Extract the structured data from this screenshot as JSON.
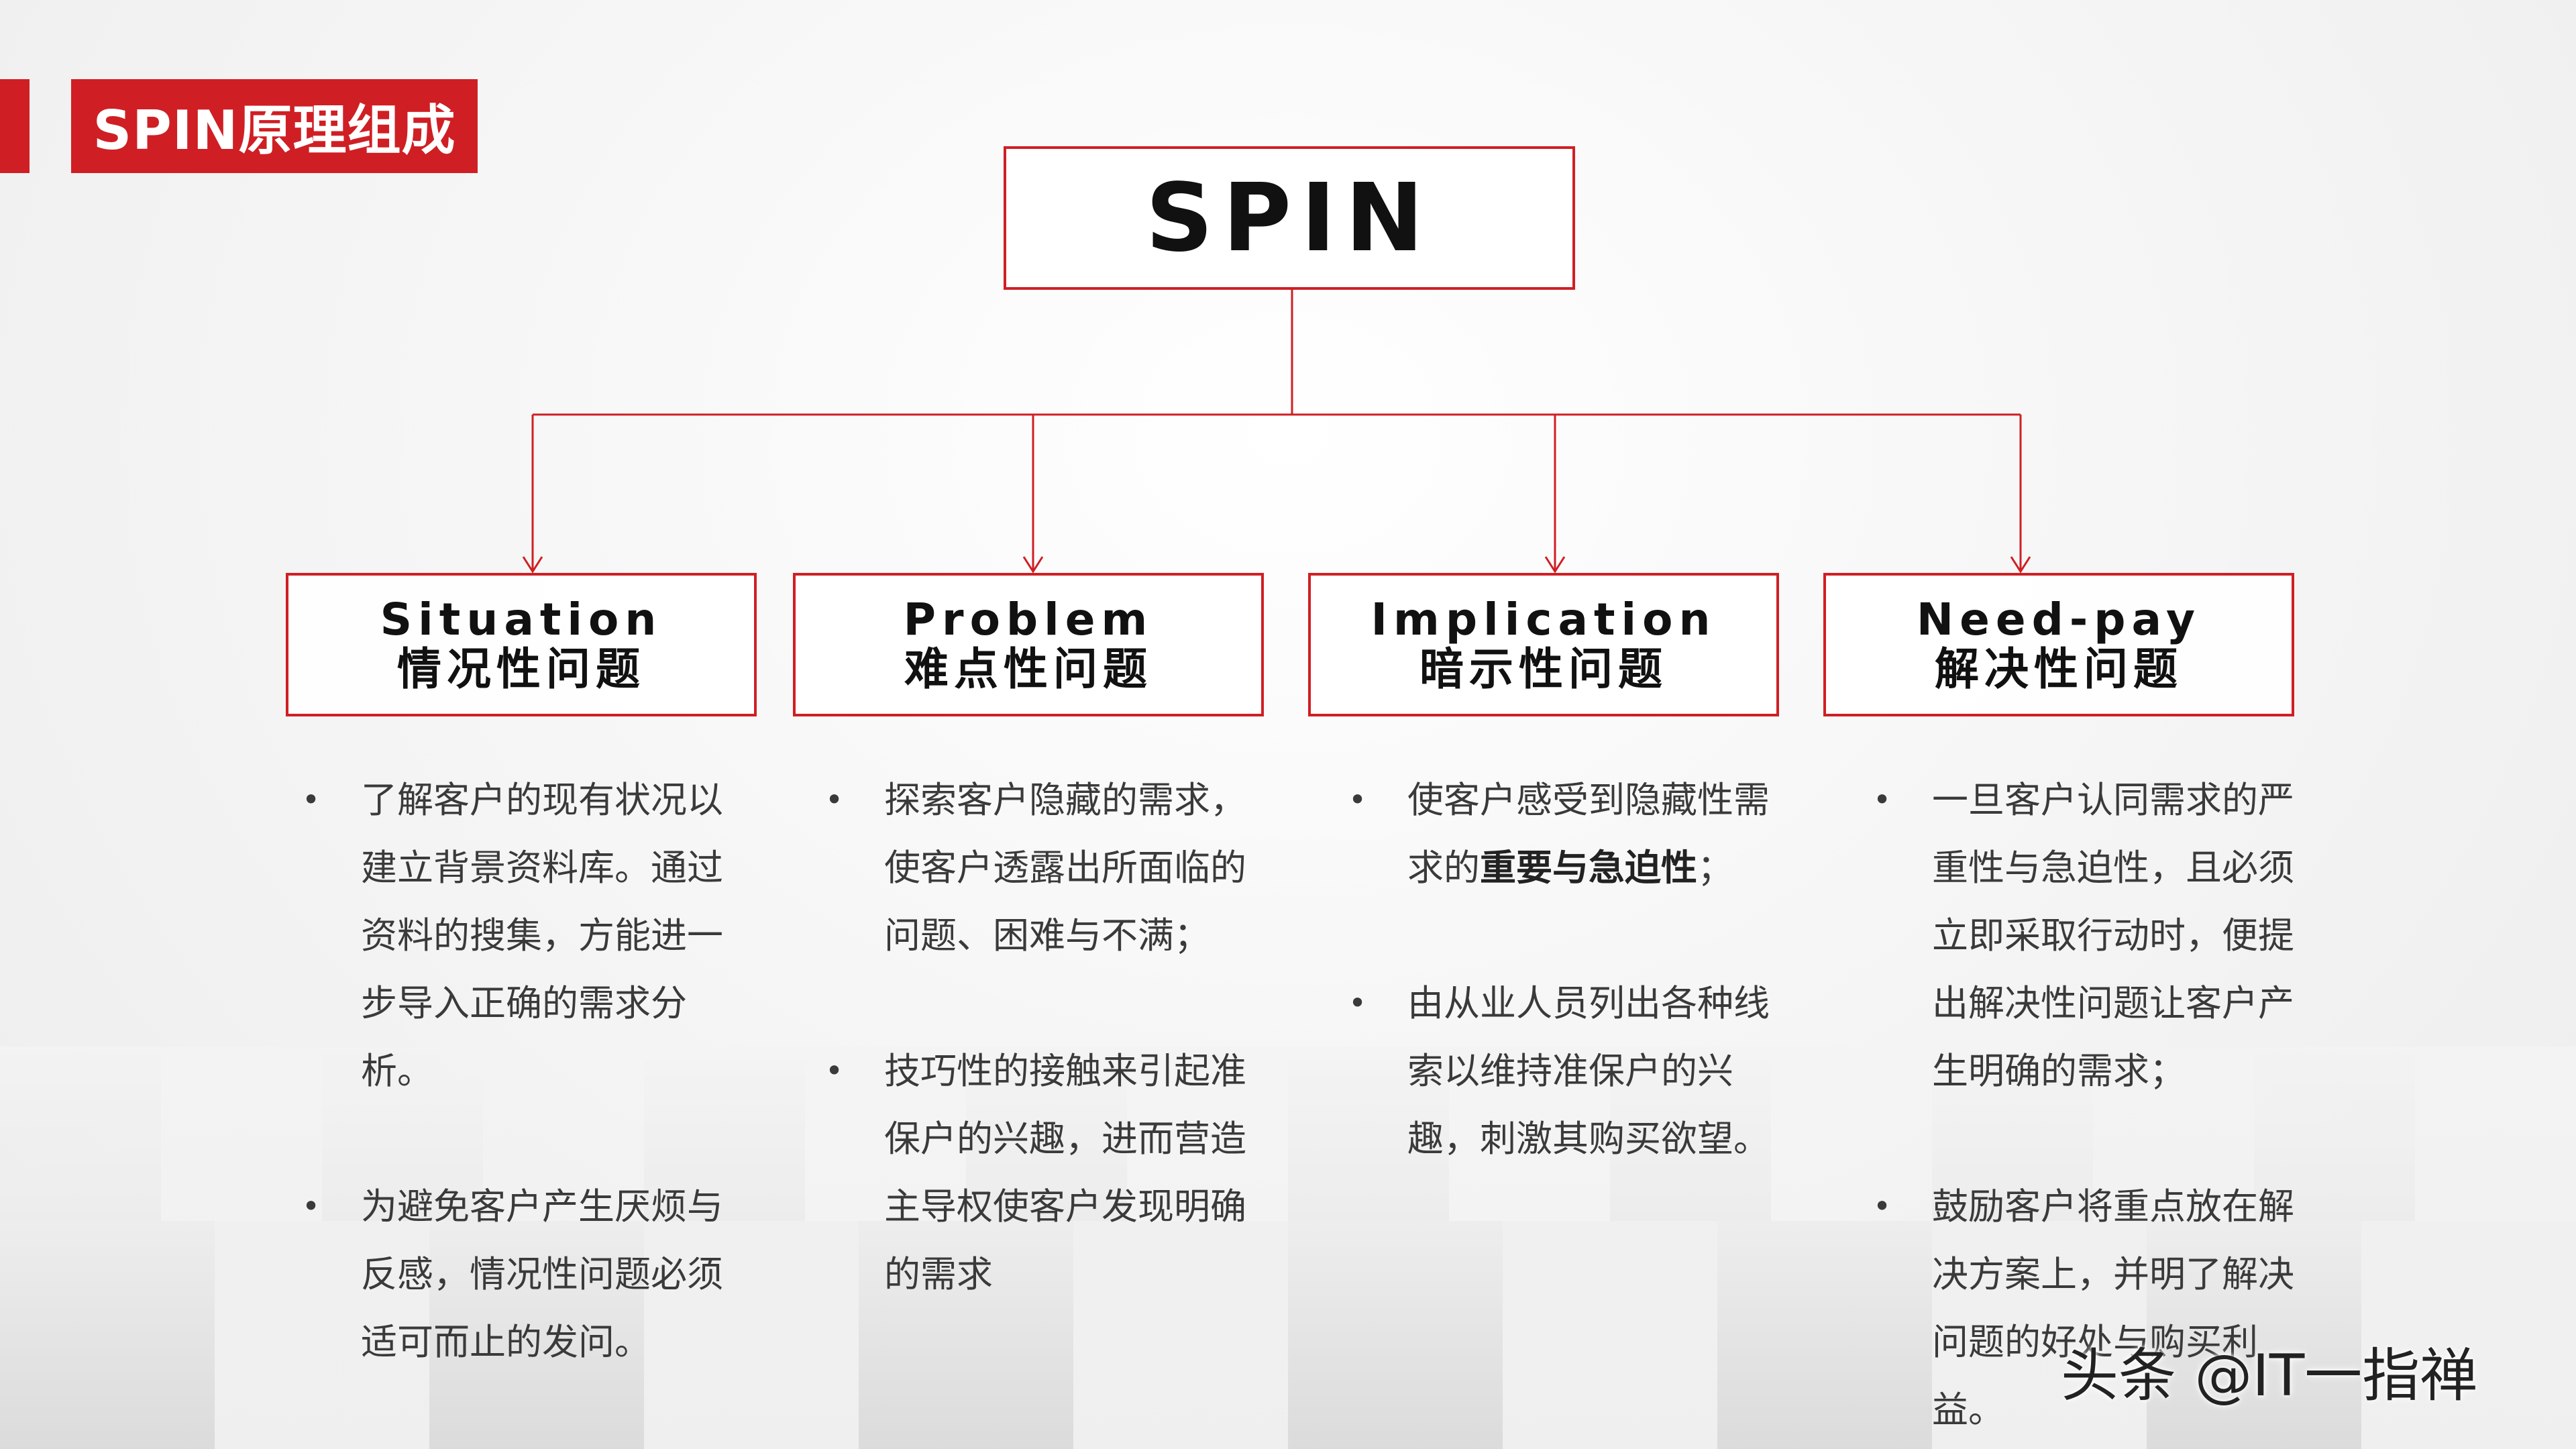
{
  "header": {
    "title": "SPIN原理组成"
  },
  "root": {
    "label": "SPIN"
  },
  "categories": [
    {
      "en": "Situation",
      "zh": "情况性问题",
      "bullets": [
        [
          "了解客户的现有状况以建立背景资料库。通过资料的搜集，方能进一步导入正确的需求分析。"
        ],
        [
          "为避免客户产生厌烦与反感，情况性问题必须适可而止的发问。"
        ]
      ]
    },
    {
      "en": "Problem",
      "zh": "难点性问题",
      "bullets": [
        [
          "探索客户隐藏的需求，使客户透露出所面临的问题、困难与不满；"
        ],
        [
          "技巧性的接触来引起准保户的兴趣，进而营造主导权使客户发现明确的需求"
        ]
      ]
    },
    {
      "en": "Implication",
      "zh": "暗示性问题",
      "bullets": [
        [
          "使客户感受到隐藏性需求的",
          "重要与急迫性",
          "；"
        ],
        [
          "由从业人员列出各种线索以维持准保户的兴趣，刺激其购买欲望。"
        ]
      ]
    },
    {
      "en": "Need-pay",
      "zh": "解决性问题",
      "bullets": [
        [
          "一旦客户认同需求的严重性与急迫性，且必须立即采取行动时，便提出解决性问题让客户产生明确的需求；"
        ],
        [
          "鼓励客户将重点放在解决方案上，并明了解决问题的好处与购买利益。"
        ]
      ]
    }
  ],
  "watermark": {
    "text": "头条 @IT一指禅"
  },
  "colors": {
    "accent": "#cf1f24",
    "text": "#3a3a3a"
  }
}
